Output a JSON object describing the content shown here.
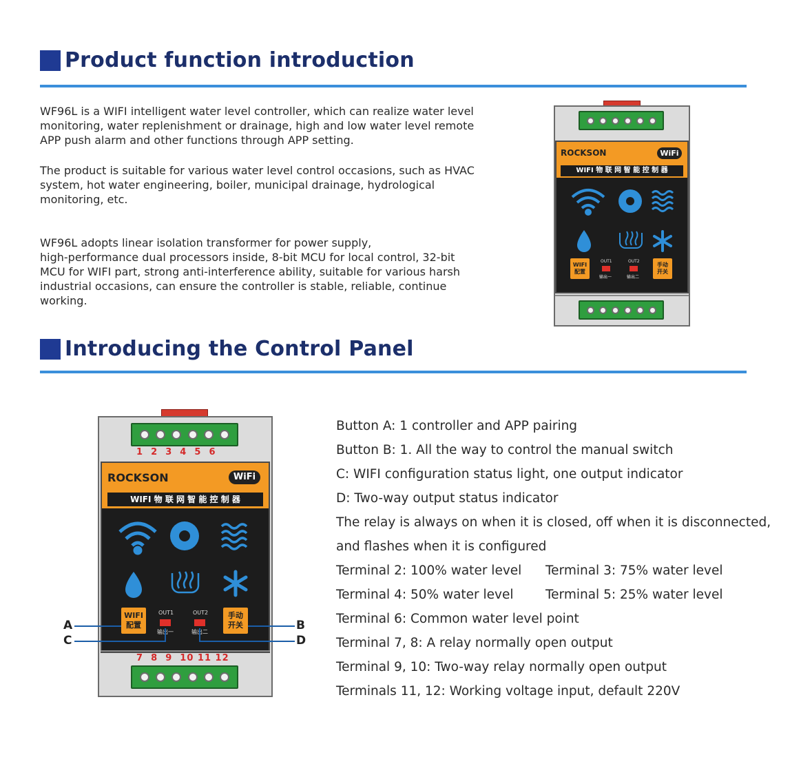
{
  "section1": {
    "title": "Product function introduction"
  },
  "intro": {
    "p1": [
      "WF96L is a WIFI intelligent water level controller, which can realize water level",
      "monitoring, water replenishment or drainage, high and low water level remote",
      "APP push alarm and other functions through APP setting."
    ],
    "p2": [
      "The product is suitable for various water level control occasions, such as HVAC",
      "system, hot water engineering, boiler, municipal drainage, hydrological",
      "monitoring, etc."
    ],
    "p3": [
      "WF96L adopts linear isolation transformer for power supply,",
      "high-performance dual processors inside, 8-bit MCU for local control, 32-bit",
      "MCU for WIFI part, strong anti-interference ability, suitable for various harsh",
      "industrial occasions, can ensure the controller is stable, reliable, continue",
      "working."
    ]
  },
  "section2": {
    "title": "Introducing the Control Panel"
  },
  "device": {
    "brand": "ROCKSON",
    "wifi_badge": "WiFi",
    "subtitle": "WIFI 物 联 网 智 能 控 制 器",
    "btn_a_line1": "WIFI",
    "btn_a_line2": "配置",
    "btn_b_line1": "手动",
    "btn_b_line2": "开关",
    "out1": "OUT1",
    "out2": "OUT2",
    "out1_cn": "输出一",
    "out2_cn": "输出二",
    "top_terminals": "1  2  3  4  5  6",
    "bottom_terminals": "7  8  9  10 11 12"
  },
  "callouts": {
    "a": "A",
    "b": "B",
    "c": "C",
    "d": "D"
  },
  "specs": {
    "rows": [
      "Button A: 1 controller and APP pairing",
      "Button B: 1. All the way to control the manual switch",
      "C: WIFI configuration status light, one output indicator",
      "D: Two-way output status indicator",
      "The relay is always on when it is closed, off when it is disconnected,",
      "and flashes when it is configured"
    ],
    "t2": "Terminal 2: 100% water level",
    "t3": "Terminal 3: 75% water level",
    "t4": "Terminal 4: 50% water level",
    "t5": "Terminal 5: 25% water level",
    "rows2": [
      "Terminal 6: Common water level point",
      "Terminal 7, 8: A relay normally open output",
      "Terminal 9, 10: Two-way relay normally open output",
      "Terminals 11, 12: Working voltage input, default 220V"
    ]
  },
  "colors": {
    "title": "#1c2f6b",
    "rule": "#3b8fdb",
    "orange": "#f39a24",
    "terminal_green": "#2f9e3f",
    "icon_blue": "#2f8fd8"
  }
}
